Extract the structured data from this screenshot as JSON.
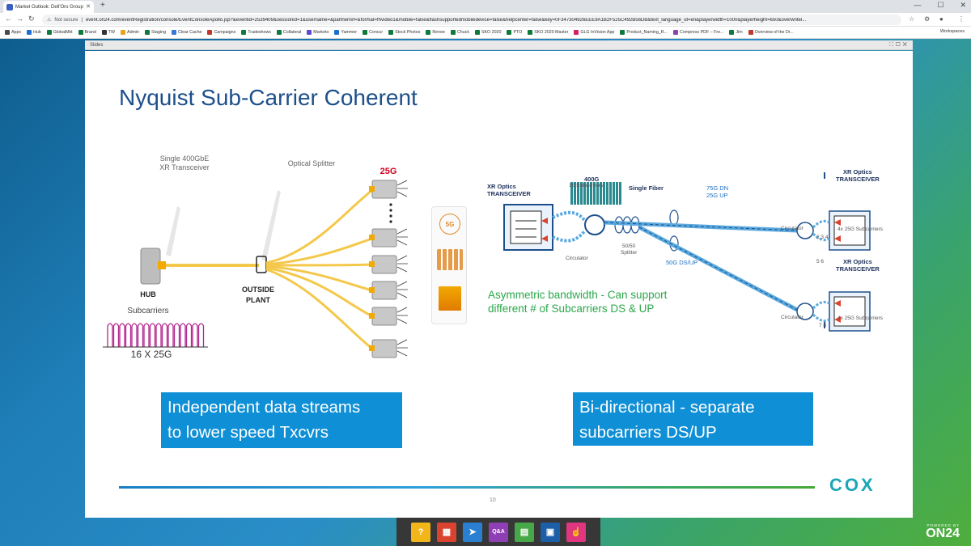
{
  "browser": {
    "tab_title": "Market Outlook: Dell'Oro Group",
    "new_tab": "+",
    "address": {
      "security_label": "Not secure",
      "url": "event.on24.com/eventRegistration/console/EventConsoleApollo.jsp?&eventid=2539409&sessionid=1&username=&partnerref=&format=fhvideo1&mobile=false&flashsupportedmobiledevice=false&helpcenter=false&key=0F347304926EEE9A1B2F525C492B56DB&text_language_id=en&playerwidth=1000&playerheight=650&overwritel..."
    },
    "bookmarks": [
      {
        "label": "Apps",
        "color": "#4a4a4a"
      },
      {
        "label": "Hub",
        "color": "#1e6fd0"
      },
      {
        "label": "GlobalMkt",
        "color": "#0f7a3c"
      },
      {
        "label": "Brand",
        "color": "#0f7a3c"
      },
      {
        "label": "TW",
        "color": "#333333"
      },
      {
        "label": "Admin",
        "color": "#e8a31a"
      },
      {
        "label": "Staging",
        "color": "#0f7a3c"
      },
      {
        "label": "Clear Cache",
        "color": "#3a78d8"
      },
      {
        "label": "Campaigns",
        "color": "#c0392b"
      },
      {
        "label": "Tradeshows",
        "color": "#0f7a3c"
      },
      {
        "label": "Collateral",
        "color": "#0f7a3c"
      },
      {
        "label": "Marketo",
        "color": "#5c4ad1"
      },
      {
        "label": "Yammer",
        "color": "#1e6fd0"
      },
      {
        "label": "Concur",
        "color": "#0f7a3c"
      },
      {
        "label": "Stock Photos",
        "color": "#0f7a3c"
      },
      {
        "label": "Renee",
        "color": "#0f7a3c"
      },
      {
        "label": "Chuck",
        "color": "#0f7a3c"
      },
      {
        "label": "SKO 2020",
        "color": "#0f7a3c"
      },
      {
        "label": "PTO",
        "color": "#0f7a3c"
      },
      {
        "label": "SKO 2020 Master",
        "color": "#0f7a3c"
      },
      {
        "label": "GLG InVision App",
        "color": "#d61f69"
      },
      {
        "label": "Product_Naming_R...",
        "color": "#0f7a3c"
      },
      {
        "label": "Compress PDF – Fre...",
        "color": "#8e44ad"
      },
      {
        "label": "Jim",
        "color": "#0f7a3c"
      },
      {
        "label": "Overview of the Dr...",
        "color": "#c0392b"
      }
    ],
    "bookmarks_right": "Workspaces"
  },
  "panel": {
    "title": "Slides"
  },
  "slide": {
    "title": "Nyquist Sub-Carrier Coherent",
    "left_diagram": {
      "transceiver_label": "Single 400GbE\nXR Transceiver",
      "splitter_label": "Optical Splitter",
      "speed_label": "25G",
      "hub_label": "HUB",
      "outside_plant_label": "OUTSIDE\nPLANT",
      "subcarriers_label": "Subcarriers",
      "subcarrier_count_label": "16 X 25G",
      "icon_5g_label": "5G"
    },
    "right_diagram": {
      "xr_optics_label": "XR Optics\nTRANSCEIVER",
      "capacity_label": "400G",
      "capacity_sub_label": "16 Subcarriers",
      "fiber_label": "Single Fiber",
      "upper_rate_label": "75G DN\n25G UP",
      "lower_rate_label": "50G DS/UP",
      "splitter_label": "50/50\nSplitter",
      "circulator_label": "Circulator",
      "remote_top_label": "XR Optics\nTRANSCEIVER",
      "remote_top_subcarriers": "4x 25G Subcarriers",
      "remote_top_circulator": "Circulator",
      "remote_top_ports": "2 3 4",
      "remote_bottom_label": "XR Optics\nTRANSCEIVER",
      "remote_bottom_subcarriers": "4x 25G Subcarriers",
      "remote_bottom_circulator": "Circulator",
      "remote_bottom_ports_top": "5 6",
      "remote_bottom_ports": "7 8",
      "asymmetric_note": "Asymmetric bandwidth - Can support\ndifferent # of Subcarriers DS & UP"
    },
    "callout_left": "Independent data streams\nto lower speed Txcvrs",
    "callout_right": "Bi-directional - separate\nsubcarriers DS/UP",
    "page_number": "10",
    "logo": "COX"
  },
  "toolbar": {
    "buttons": [
      {
        "icon": "help-icon",
        "glyph": "?",
        "color": "#f2b61b"
      },
      {
        "icon": "media-icon",
        "glyph": "▦",
        "color": "#d9432f"
      },
      {
        "icon": "cursor-icon",
        "glyph": "➤",
        "color": "#2a7fd1"
      },
      {
        "icon": "qa-icon",
        "glyph": "Q&A",
        "color": "#8e3fb3"
      },
      {
        "icon": "document-icon",
        "glyph": "▤",
        "color": "#47a84a"
      },
      {
        "icon": "slides-icon",
        "glyph": "▣",
        "color": "#1c5fa8"
      },
      {
        "icon": "hand-icon",
        "glyph": "☝",
        "color": "#e0357f"
      }
    ],
    "powered_label": "POWERED BY",
    "brand": "ON24"
  }
}
